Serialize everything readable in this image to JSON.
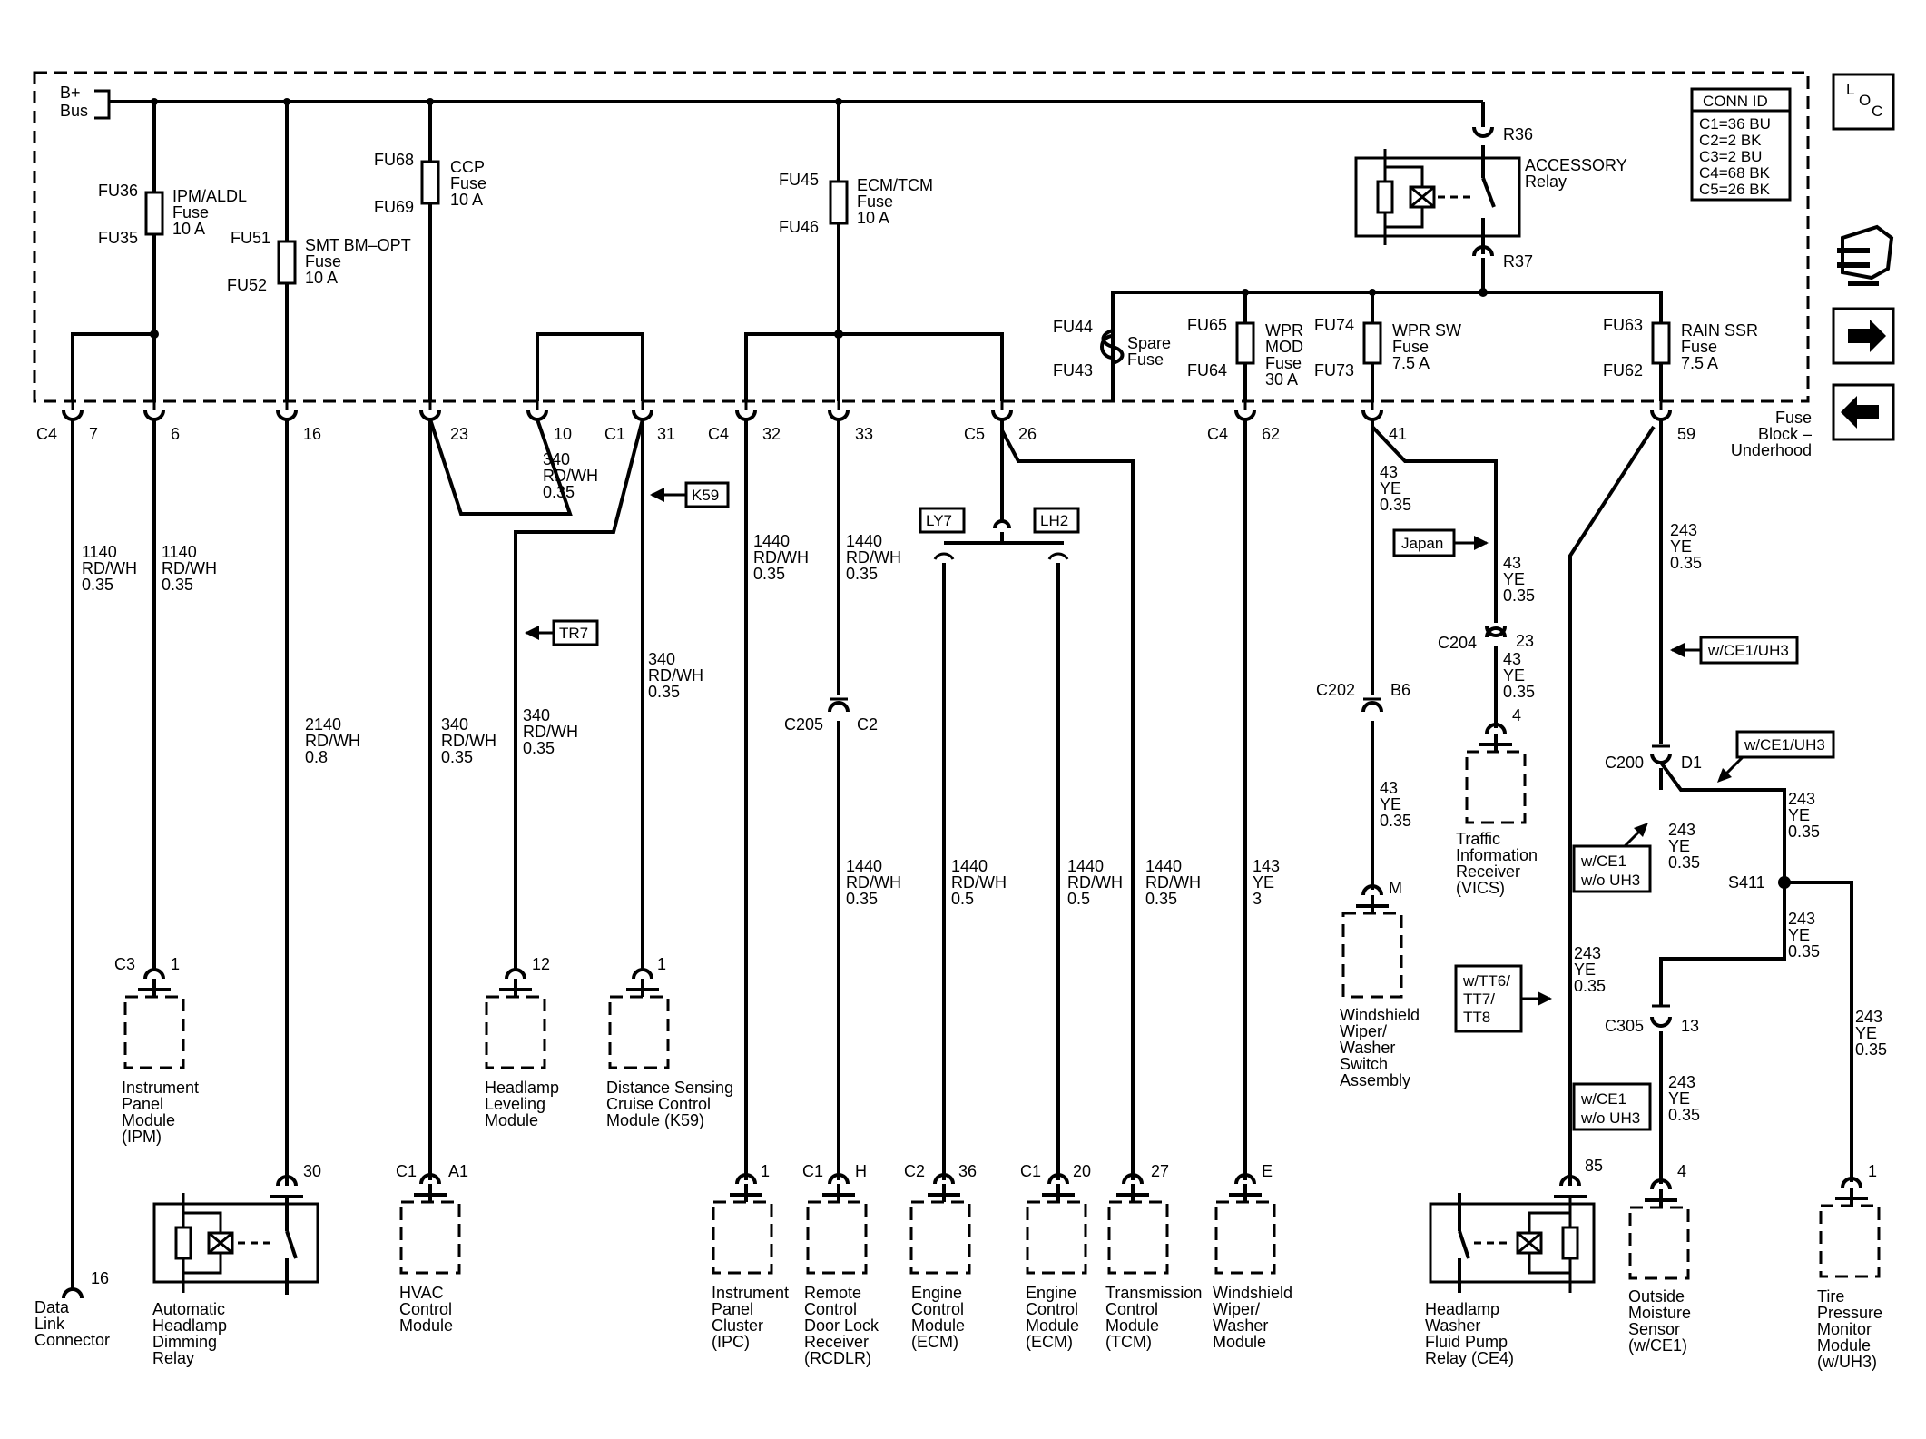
{
  "bus": {
    "line1": "B+",
    "line2": "Bus"
  },
  "conn_id": {
    "title": "CONN ID",
    "rows": [
      "C1=36 BU",
      "C2=2 BK",
      "C3=2 BU",
      "C4=68 BK",
      "C5=26 BK"
    ]
  },
  "fuse_block": {
    "line1": "Fuse",
    "line2": "Block –",
    "line3": "Underhood"
  },
  "relay_accessory": {
    "line1": "ACCESSORY",
    "line2": "Relay",
    "top_pin": "R36",
    "bottom_pin": "R37"
  },
  "fuses": [
    {
      "top": "FU36",
      "bottom": "FU35",
      "line1": "IPM/ALDL",
      "line2": "Fuse",
      "line3": "10 A"
    },
    {
      "top": "FU51",
      "bottom": "FU52",
      "line1": "SMT BM–OPT",
      "line2": "Fuse",
      "line3": "10 A"
    },
    {
      "top": "FU68",
      "bottom": "FU69",
      "line1": "CCP",
      "line2": "Fuse",
      "line3": "10 A"
    },
    {
      "top": "FU45",
      "bottom": "FU46",
      "line1": "ECM/TCM",
      "line2": "Fuse",
      "line3": "10 A"
    },
    {
      "top": "FU44",
      "bottom": "FU43",
      "line1": "Spare",
      "line2": "Fuse",
      "line3": ""
    },
    {
      "top": "FU65",
      "bottom": "FU64",
      "line1": "WPR",
      "line2": "MOD",
      "line3": "Fuse",
      "line4": "30 A"
    },
    {
      "top": "FU74",
      "bottom": "FU73",
      "line1": "WPR SW",
      "line2": "Fuse",
      "line3": "7.5 A"
    },
    {
      "top": "FU63",
      "bottom": "FU62",
      "line1": "RAIN SSR",
      "line2": "Fuse",
      "line3": "7.5 A"
    }
  ],
  "connectors": [
    {
      "conn": "C4",
      "pin": "7"
    },
    {
      "conn": "",
      "pin": "6"
    },
    {
      "conn": "",
      "pin": "16"
    },
    {
      "conn": "",
      "pin": "23"
    },
    {
      "conn": "",
      "pin": "10"
    },
    {
      "conn": "C1",
      "pin": "31"
    },
    {
      "conn": "C4",
      "pin": "32"
    },
    {
      "conn": "",
      "pin": "33"
    },
    {
      "conn": "C5",
      "pin": "26"
    },
    {
      "conn": "C4",
      "pin": "62"
    },
    {
      "conn": "",
      "pin": "41"
    },
    {
      "conn": "",
      "pin": "59"
    }
  ],
  "options": {
    "k59": "K59",
    "tr7": "TR7",
    "ly7": "LY7",
    "lh2": "LH2",
    "japan": "Japan",
    "ce1uh3_a": "w/CE1/UH3",
    "ce1uh3_b": "w/CE1/UH3",
    "ce1_no_uh3_a": [
      "w/CE1",
      "w/o UH3"
    ],
    "ce1_no_uh3_b": [
      "w/CE1",
      "w/o UH3"
    ],
    "tt": [
      "w/TT6/",
      "TT7/",
      "TT8"
    ]
  },
  "wires": [
    {
      "id": "w1",
      "lines": [
        "1140",
        "RD/WH",
        "0.35"
      ]
    },
    {
      "id": "w2",
      "lines": [
        "1140",
        "RD/WH",
        "0.35"
      ]
    },
    {
      "id": "w3",
      "lines": [
        "2140",
        "RD/WH",
        "0.8"
      ]
    },
    {
      "id": "w4",
      "lines": [
        "340",
        "RD/WH",
        "0.35"
      ]
    },
    {
      "id": "w5",
      "lines": [
        "340",
        "RD/WH",
        "0.35"
      ]
    },
    {
      "id": "w6",
      "lines": [
        "340",
        "RD/WH",
        "0.35"
      ]
    },
    {
      "id": "w7",
      "lines": [
        "340",
        "RD/WH",
        "0.35"
      ]
    },
    {
      "id": "w8",
      "lines": [
        "1440",
        "RD/WH",
        "0.35"
      ]
    },
    {
      "id": "w9",
      "lines": [
        "1440",
        "RD/WH",
        "0.35"
      ]
    },
    {
      "id": "w10",
      "lines": [
        "1440",
        "RD/WH",
        "0.35"
      ]
    },
    {
      "id": "w11",
      "lines": [
        "1440",
        "RD/WH",
        "0.5"
      ]
    },
    {
      "id": "w12",
      "lines": [
        "1440",
        "RD/WH",
        "0.5"
      ]
    },
    {
      "id": "w13",
      "lines": [
        "1440",
        "RD/WH",
        "0.35"
      ]
    },
    {
      "id": "w14",
      "lines": [
        "143",
        "YE",
        "3"
      ]
    },
    {
      "id": "w15",
      "lines": [
        "43",
        "YE",
        "0.35"
      ]
    },
    {
      "id": "w16",
      "lines": [
        "43",
        "YE",
        "0.35"
      ]
    },
    {
      "id": "w17",
      "lines": [
        "43",
        "YE",
        "0.35"
      ]
    },
    {
      "id": "w18",
      "lines": [
        "43",
        "YE",
        "0.35"
      ]
    },
    {
      "id": "w19",
      "lines": [
        "243",
        "YE",
        "0.35"
      ]
    },
    {
      "id": "w20",
      "lines": [
        "243",
        "YE",
        "0.35"
      ]
    },
    {
      "id": "w21",
      "lines": [
        "243",
        "YE",
        "0.35"
      ]
    },
    {
      "id": "w22",
      "lines": [
        "243",
        "YE",
        "0.35"
      ]
    },
    {
      "id": "w23",
      "lines": [
        "243",
        "YE",
        "0.35"
      ]
    },
    {
      "id": "w24",
      "lines": [
        "243",
        "YE",
        "0.35"
      ]
    },
    {
      "id": "w25",
      "lines": [
        "243",
        "YE",
        "0.35"
      ]
    }
  ],
  "inline_connectors": [
    {
      "conn": "C205",
      "pin": "C2"
    },
    {
      "conn": "C204",
      "pin": "23"
    },
    {
      "conn": "C204_pin",
      "pin": "4"
    },
    {
      "conn": "C202",
      "pin": "B6"
    },
    {
      "conn": "C200",
      "pin": "D1"
    },
    {
      "conn": "C305",
      "pin": "13"
    },
    {
      "conn": "S411",
      "pin": ""
    }
  ],
  "components": [
    {
      "conn": "C3",
      "pin": "1",
      "lines": [
        "Instrument",
        "Panel",
        "Module",
        "(IPM)"
      ]
    },
    {
      "conn": "",
      "pin": "12",
      "lines": [
        "Headlamp",
        "Leveling",
        "Module"
      ]
    },
    {
      "conn": "",
      "pin": "1",
      "lines": [
        "Distance Sensing",
        "Cruise Control",
        "Module (K59)"
      ]
    },
    {
      "conn": "",
      "pin": "16",
      "lines": [
        "Data",
        "Link",
        "Connector"
      ]
    },
    {
      "conn": "",
      "pin": "30",
      "lines": [
        "Automatic",
        "Headlamp",
        "Dimming",
        "Relay"
      ]
    },
    {
      "conn": "C1",
      "pin": "A1",
      "lines": [
        "HVAC",
        "Control",
        "Module"
      ]
    },
    {
      "conn": "",
      "pin": "1",
      "lines": [
        "Instrument",
        "Panel",
        "Cluster",
        "(IPC)"
      ]
    },
    {
      "conn": "C1",
      "pin": "H",
      "lines": [
        "Remote",
        "Control",
        "Door Lock",
        "Receiver",
        "(RCDLR)"
      ]
    },
    {
      "conn": "C2",
      "pin": "36",
      "lines": [
        "Engine",
        "Control",
        "Module",
        "(ECM)"
      ]
    },
    {
      "conn": "C1",
      "pin": "20",
      "lines": [
        "Engine",
        "Control",
        "Module",
        "(ECM)"
      ]
    },
    {
      "conn": "",
      "pin": "27",
      "lines": [
        "Transmission",
        "Control",
        "Module",
        "(TCM)"
      ]
    },
    {
      "conn": "",
      "pin": "E",
      "lines": [
        "Windshield",
        "Wiper/",
        "Washer",
        "Module"
      ]
    },
    {
      "conn": "",
      "pin": "M",
      "lines": [
        "Windshield",
        "Wiper/",
        "Washer",
        "Switch",
        "Assembly"
      ]
    },
    {
      "conn": "",
      "pin": "",
      "lines": [
        "Traffic",
        "Information",
        "Receiver",
        "(VICS)"
      ]
    },
    {
      "conn": "",
      "pin": "85",
      "lines": [
        "Headlamp",
        "Washer",
        "Fluid Pump",
        "Relay (CE4)"
      ]
    },
    {
      "conn": "",
      "pin": "4",
      "lines": [
        "Outside",
        "Moisture",
        "Sensor",
        "(w/CE1)"
      ]
    },
    {
      "conn": "",
      "pin": "1",
      "lines": [
        "Tire",
        "Pressure",
        "Monitor",
        "Module",
        "(w/UH3)"
      ]
    }
  ],
  "side_icons": [
    "loc-icon",
    "connector-icon",
    "arrow-right-icon",
    "arrow-left-icon"
  ],
  "loc_letters": [
    "L",
    "O",
    "C"
  ]
}
